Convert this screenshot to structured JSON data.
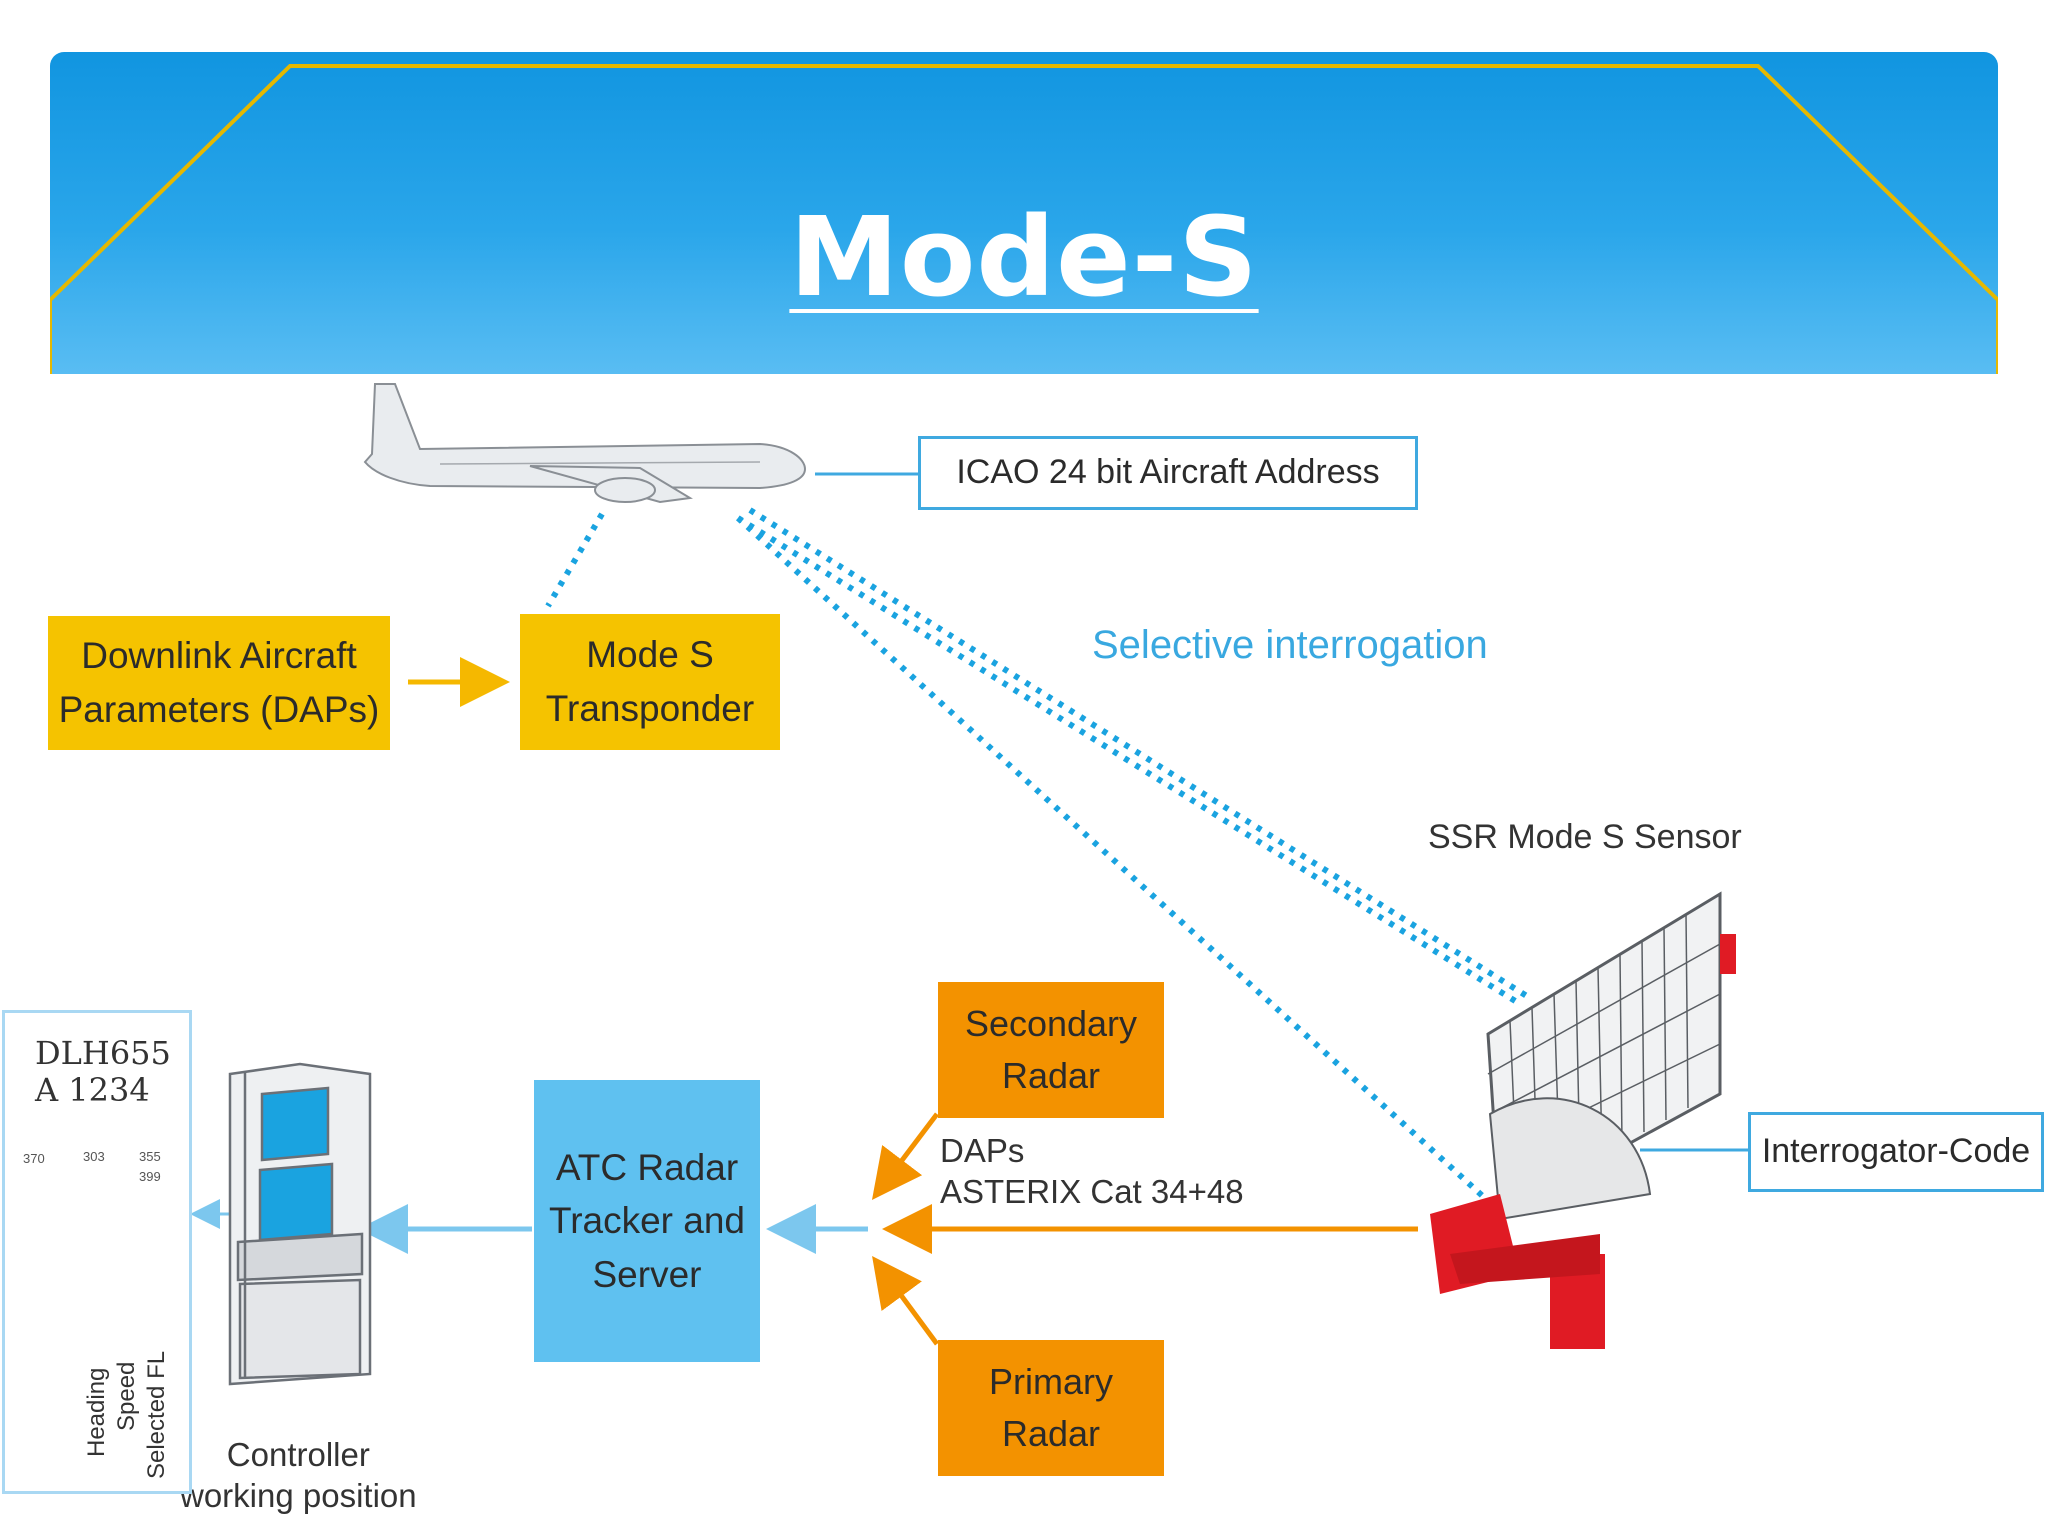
{
  "title": "Mode-S",
  "diagram": {
    "icao_label": "ICAO 24 bit Aircraft Address",
    "dap_box": "Downlink Aircraft\nParameters (DAPs)",
    "transponder_box": "Mode S\nTransponder",
    "selective_label": "Selective interrogation",
    "sensor_label": "SSR Mode S Sensor",
    "interrogator_label": "Interrogator-Code",
    "secondary_radar": "Secondary\nRadar",
    "primary_radar": "Primary\nRadar",
    "daps_asterix": "DAPs\nASTERIX Cat 34+48",
    "atc_box": "ATC Radar\nTracker and\nServer",
    "controller_label": "Controller\nworking position",
    "strip": {
      "callsign": "DLH655\nA 1234",
      "heading": "Heading",
      "speed": "Speed",
      "selected_fl": "Selected FL",
      "v1": "370",
      "v2": "303",
      "v3": "355",
      "v4": "399"
    }
  },
  "colors": {
    "banner": "#1195e0",
    "banner_border": "#e5b800",
    "yellow": "#f5c300",
    "orange": "#f39200",
    "blue_box": "#5fc1f0",
    "dotted_link": "#1aa3e0",
    "radar_red": "#e01b24"
  }
}
